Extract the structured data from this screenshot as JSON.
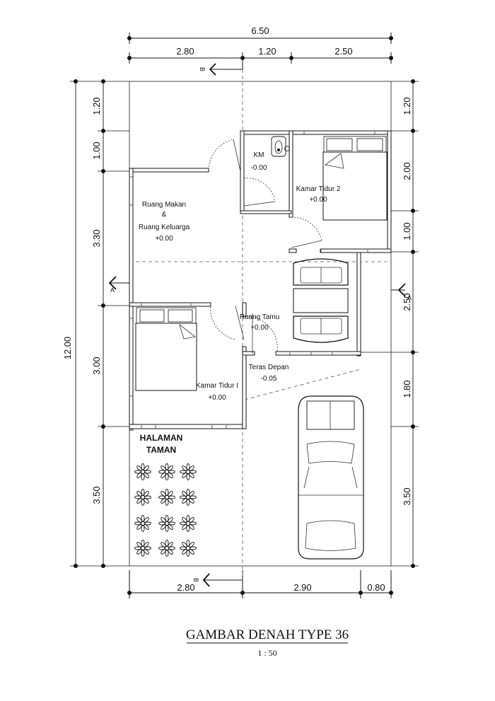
{
  "dimensions": {
    "top_total": "6.50",
    "top_segments": [
      "2.80",
      "1.20",
      "2.50"
    ],
    "left_total": "12.00",
    "left_segments": [
      "1.20",
      "1.00",
      "3.30",
      "3.00",
      "3.50"
    ],
    "right_segments": [
      "1.20",
      "2.00",
      "1.00",
      "2.50",
      "1.80",
      "3.50"
    ],
    "bottom_segments": [
      "2.80",
      "2.90",
      "0.80"
    ]
  },
  "rooms": {
    "km": {
      "name": "KM",
      "level": "-0.00"
    },
    "kamar_tidur_2": {
      "name": "Kamar Tidur 2",
      "level": "+0.00"
    },
    "ruang_makan": {
      "line1": "Ruang Makan",
      "line2": "&",
      "line3": "Ruang Keluarga",
      "level": "+0.00"
    },
    "ruang_tamu": {
      "name": "Ruang Tamu",
      "level": "+0.00"
    },
    "teras_depan": {
      "name": "Teras Depan",
      "level": "-0.05"
    },
    "kamar_tidur_1": {
      "name": "Kamar Tidur I",
      "level": "+0.00"
    },
    "halaman": {
      "line1": "HALAMAN",
      "line2": "TAMAN"
    }
  },
  "section_marks": {
    "b": "B",
    "a": "A"
  },
  "footer": {
    "title": "GAMBAR DENAH TYPE 36",
    "scale": "1 : 50"
  }
}
